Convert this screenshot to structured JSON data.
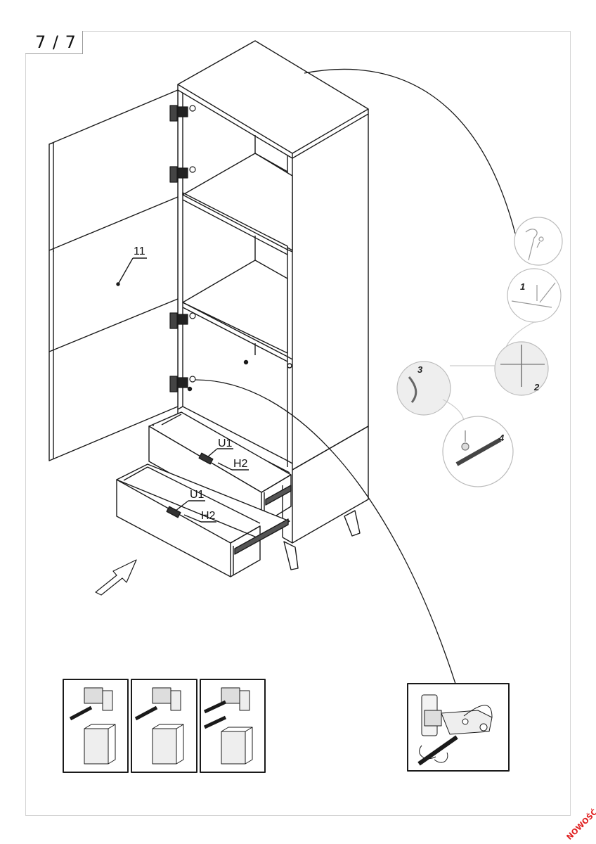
{
  "page": {
    "step_indicator": "7 / 7",
    "corner_badge": "NOWOŚĆ"
  },
  "labels": {
    "part_door": "11",
    "upper_drawer_screw": "U1",
    "upper_drawer_handle": "H2",
    "lower_drawer_screw": "U1",
    "lower_drawer_handle": "H2"
  },
  "detail_steps": [
    "1",
    "2",
    "3",
    "4"
  ],
  "icons": {
    "arrow": "insertion-arrow-icon",
    "hinge_steps": "hinge-mounting-step-icons",
    "screwdriver": "screwdriver-adjustment-icon"
  }
}
